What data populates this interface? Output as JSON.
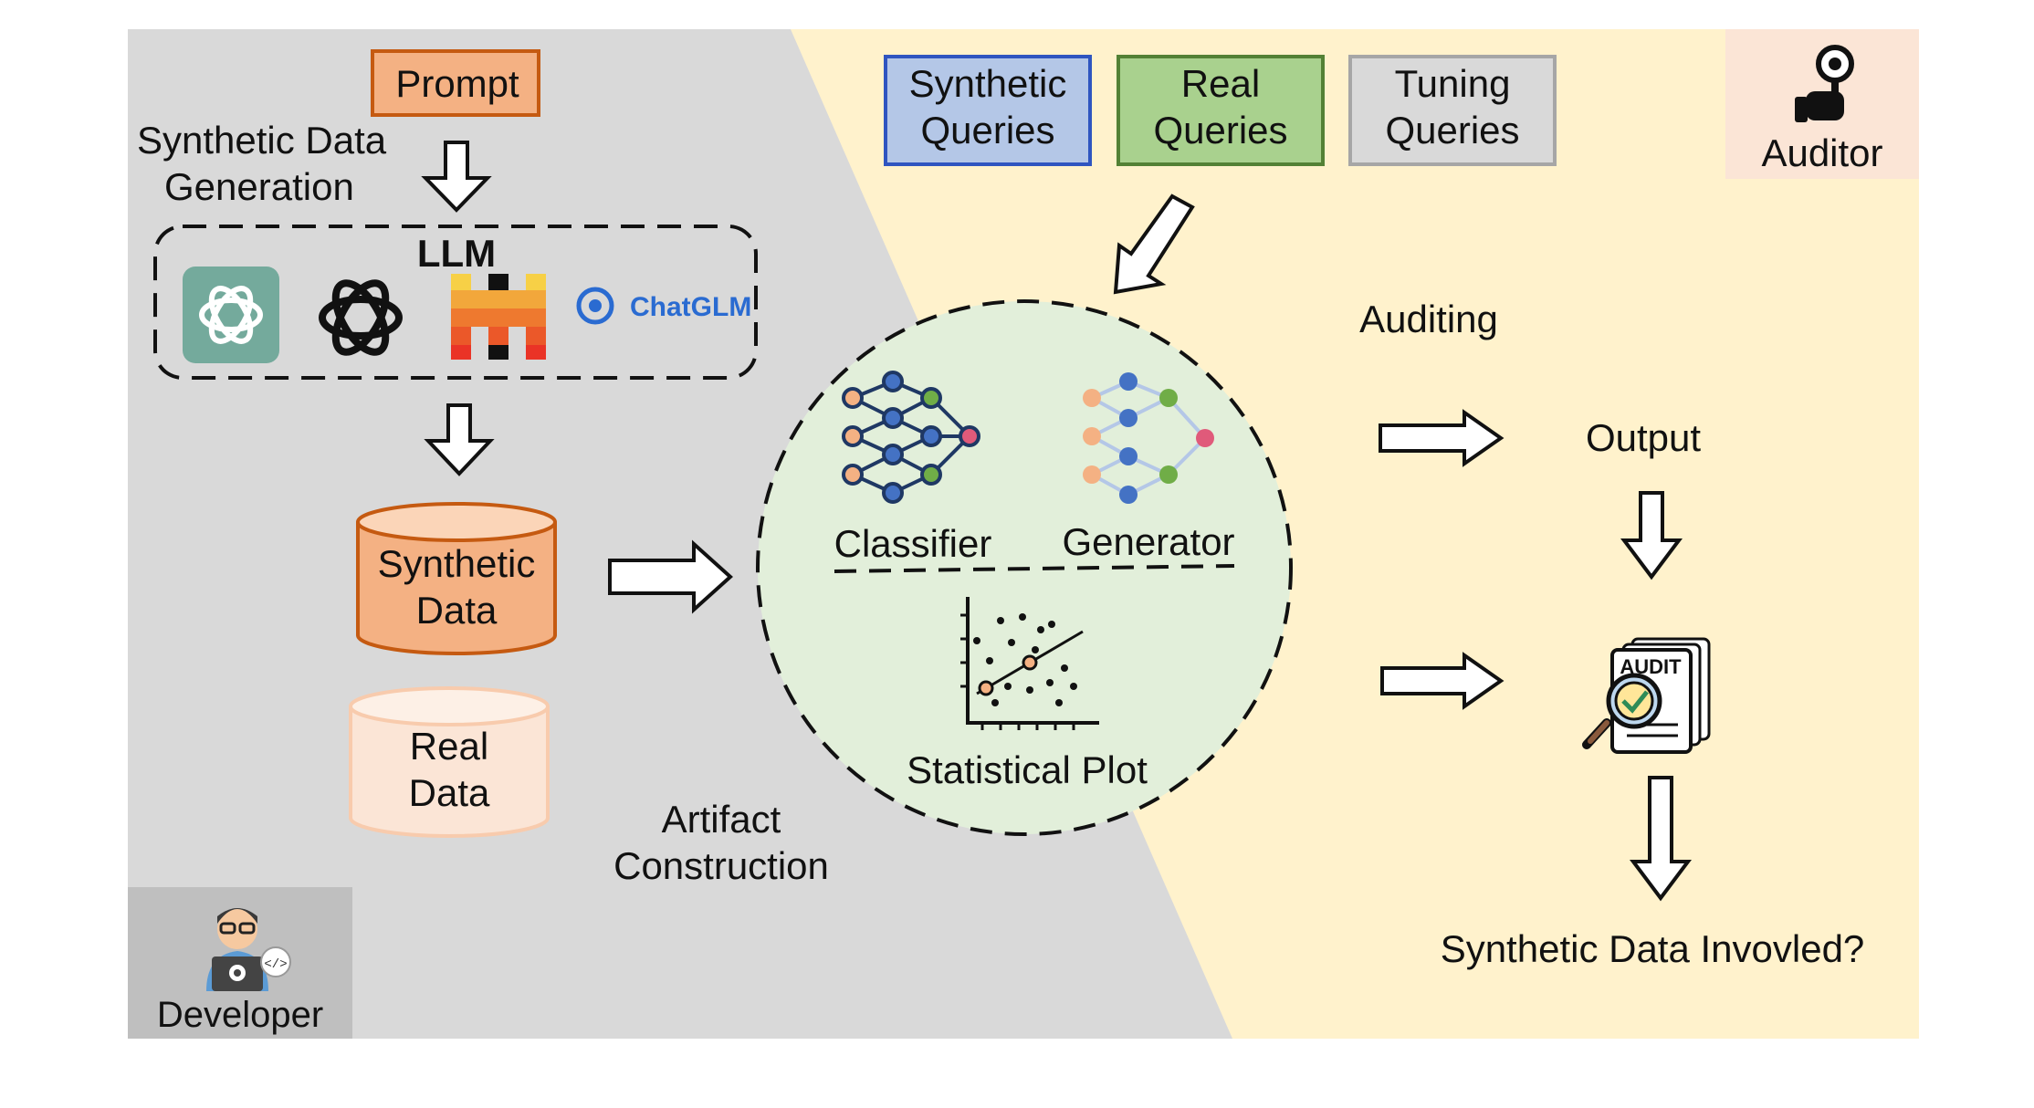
{
  "colors": {
    "developer_bg": "#d9d9d9",
    "auditor_bg": "#fff2cc",
    "circle_fill": "#e2efda",
    "prompt_fill": "#f4b183",
    "prompt_border": "#c55a11",
    "synthetic_queries_fill": "#b4c7e7",
    "synthetic_queries_border": "#2f55c0",
    "real_queries_fill": "#a9d18e",
    "real_queries_border": "#538135",
    "tuning_queries_fill": "#d9d9d9",
    "tuning_queries_border": "#a6a6a6",
    "synthetic_data_fill": "#f4b183",
    "real_data_fill": "#fbe5d6"
  },
  "prompt": "Prompt",
  "synthetic_data_generation": [
    "Synthetic Data",
    "Generation"
  ],
  "llm_title": "LLM",
  "llm_icons": [
    "openai-green-icon",
    "openai-black-icon",
    "mistral-icon",
    "chatglm-icon"
  ],
  "chatglm_label": "ChatGLM",
  "synthetic_data": [
    "Synthetic",
    "Data"
  ],
  "real_data": [
    "Real",
    "Data"
  ],
  "artifact_construction": [
    "Artifact",
    "Construction"
  ],
  "developer": "Developer",
  "queries": {
    "synthetic": [
      "Synthetic",
      "Queries"
    ],
    "real": [
      "Real",
      "Queries"
    ],
    "tuning": [
      "Tuning",
      "Queries"
    ]
  },
  "auditor": "Auditor",
  "auditing": "Auditing",
  "output": "Output",
  "classifier": "Classifier",
  "generator": "Generator",
  "statistical_plot": "Statistical Plot",
  "audit_doc": "AUDIT",
  "question": "Synthetic Data Invovled?"
}
